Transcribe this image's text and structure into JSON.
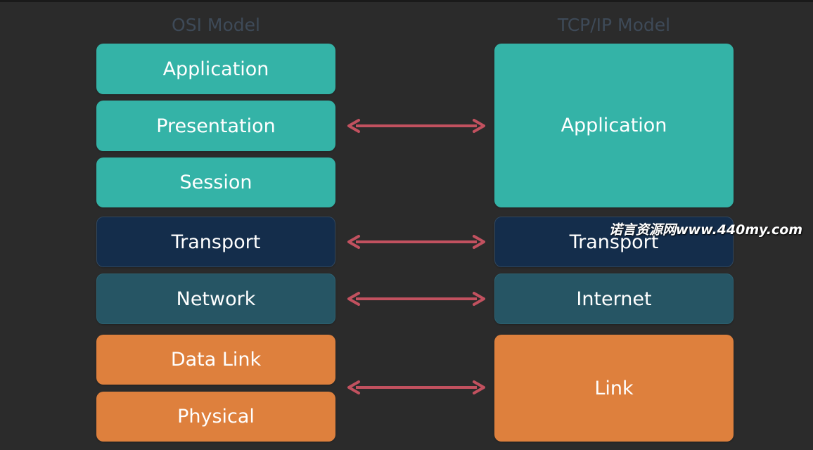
{
  "osi": {
    "title": "OSI Model",
    "layers": [
      "Application",
      "Presentation",
      "Session",
      "Transport",
      "Network",
      "Data Link",
      "Physical"
    ]
  },
  "tcpip": {
    "title": "TCP/IP Model",
    "layers": [
      "Application",
      "Transport",
      "Internet",
      "Link"
    ]
  },
  "watermark": "诺言资源网www.440my.com",
  "colors": {
    "background": "#2b2b2b",
    "application_layers": "#34b3a7",
    "transport_layer": "#142d4b",
    "network_layer": "#265564",
    "link_layers": "#de803d",
    "arrow": "#c2515f",
    "title": "#3e4a58"
  },
  "arrows": [
    {
      "from": [
        "Application",
        "Presentation",
        "Session"
      ],
      "to": "Application"
    },
    {
      "from": [
        "Transport"
      ],
      "to": "Transport"
    },
    {
      "from": [
        "Network"
      ],
      "to": "Internet"
    },
    {
      "from": [
        "Data Link",
        "Physical"
      ],
      "to": "Link"
    }
  ]
}
